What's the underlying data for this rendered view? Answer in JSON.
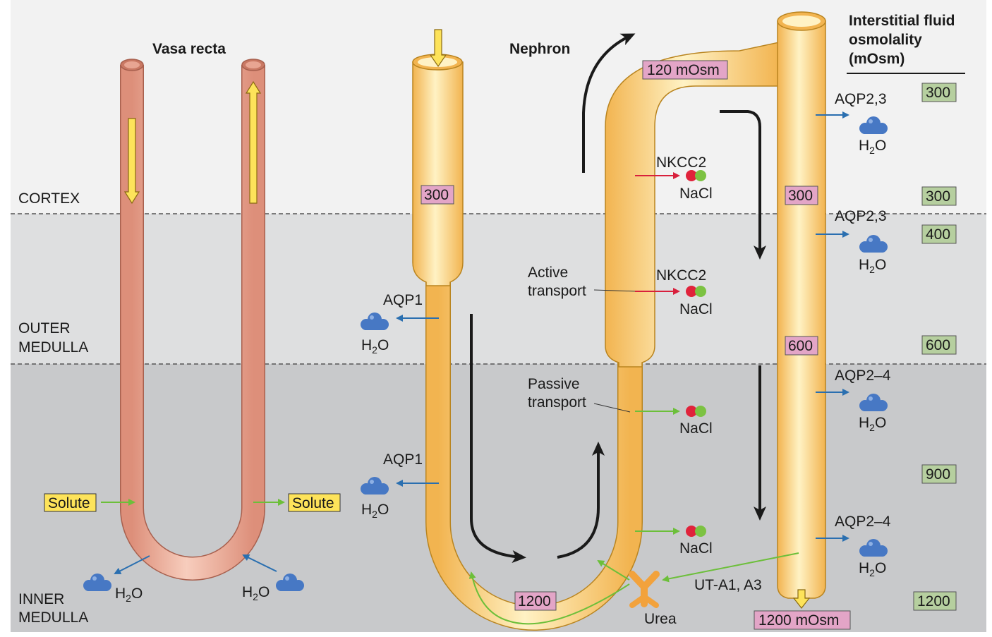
{
  "colors": {
    "cortex_bg": "#f2f2f2",
    "outer_medulla_bg": "#dedfe0",
    "inner_medulla_bg": "#c8c9cb",
    "vasa_recta": "#e9a491",
    "nephron_tube": "#fcd27d",
    "pink_box": "#e3a5c7",
    "green_box": "#b6cf9f",
    "yellow_box": "#fde35a",
    "water_drop": "#4778c4",
    "blue_arrow": "#2a6fb0",
    "green_arrow": "#6cbf3a",
    "red_arrow": "#d8203c",
    "urea": "#f2a23c",
    "nkcc_red": "#e0233b",
    "nkcc_green": "#7cc242"
  },
  "regions": {
    "cortex": "CORTEX",
    "outer_medulla_1": "OUTER",
    "outer_medulla_2": "MEDULLA",
    "inner_medulla_1": "INNER",
    "inner_medulla_2": "MEDULLA"
  },
  "titles": {
    "vasa_recta": "Vasa recta",
    "nephron": "Nephron",
    "interstitial_1": "Interstitial fluid",
    "interstitial_2": "osmolality",
    "interstitial_3": "(mOsm)"
  },
  "interstitial_values": [
    "300",
    "300",
    "400",
    "600",
    "900",
    "1200"
  ],
  "tubule_values": {
    "pct": "300",
    "loop_bottom": "1200",
    "tal_top": "120 mOsm",
    "cd_cortex": "300",
    "cd_outer": "600",
    "cd_exit": "1200 mOsm"
  },
  "labels": {
    "solute_left": "Solute",
    "solute_right": "Solute",
    "h2o": "H",
    "h2o_sub": "2",
    "h2o_end": "O",
    "aqp1": "AQP1",
    "aqp23": "AQP2,3",
    "aqp24": "AQP2–4",
    "nkcc2": "NKCC2",
    "nacl": "NaCl",
    "active_1": "Active",
    "active_2": "transport",
    "passive_1": "Passive",
    "passive_2": "transport",
    "urea": "Urea",
    "uta": "UT-A1, A3"
  }
}
